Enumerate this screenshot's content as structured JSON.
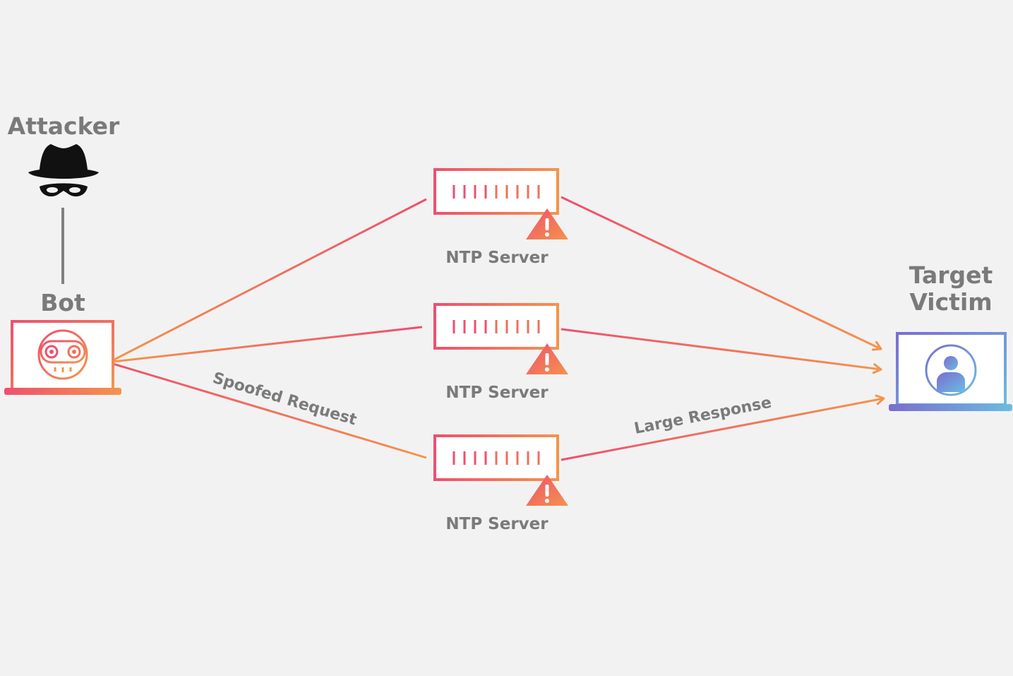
{
  "nodes": {
    "attacker": {
      "label": "Attacker",
      "icon": "attacker-hat-mask-icon"
    },
    "bot": {
      "label": "Bot",
      "icon": "robot-face-icon"
    },
    "target": {
      "label_line1": "Target",
      "label_line2": "Victim",
      "icon": "user-profile-icon"
    },
    "servers": [
      {
        "label": "NTP Server",
        "icon": "server-rack-icon",
        "badge": "warning-triangle-icon"
      },
      {
        "label": "NTP Server",
        "icon": "server-rack-icon",
        "badge": "warning-triangle-icon"
      },
      {
        "label": "NTP Server",
        "icon": "server-rack-icon",
        "badge": "warning-triangle-icon"
      }
    ]
  },
  "edges": {
    "request_label": "Spoofed Request",
    "response_label": "Large Response"
  },
  "colors": {
    "background": "#f2f2f2",
    "label_gray": "#7a7a7a",
    "accent_red": "#ef4f6e",
    "accent_orange": "#f4944c",
    "victim_purple": "#7a6dd0",
    "victim_blue": "#6bbce2",
    "connector_gray": "#808080",
    "attacker_black": "#111111"
  }
}
